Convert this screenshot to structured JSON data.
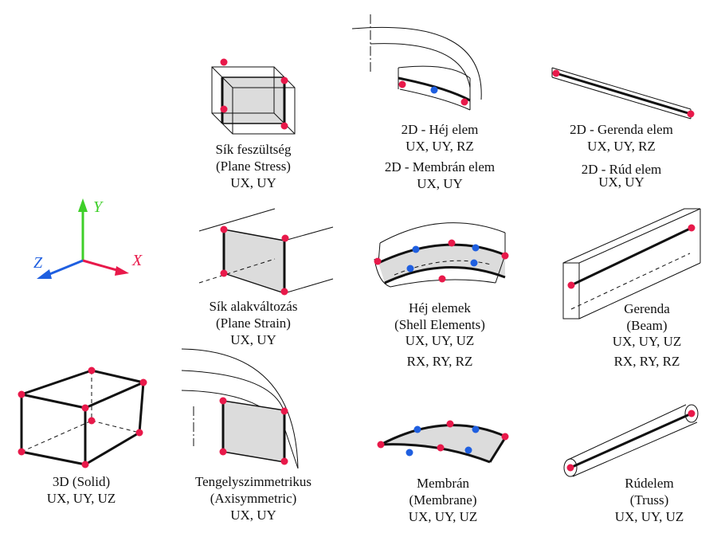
{
  "colors": {
    "node_red": "#e8194a",
    "node_blue": "#1f5fe0",
    "axis_x": "#e8194a",
    "axis_y": "#3ecf29",
    "axis_z": "#1f5fe0",
    "element_fill": "#dcdcdc",
    "line": "#111111"
  },
  "axes": {
    "x": "X",
    "y": "Y",
    "z": "Z"
  },
  "elements": {
    "plane_stress": {
      "name": "Sík feszültség",
      "english": "(Plane Stress)",
      "dof": "UX, UY"
    },
    "shell_2d": {
      "name": "2D - Héj elem",
      "dof": "UX, UY, RZ"
    },
    "membrane_2d": {
      "name": "2D - Membrán elem",
      "dof": "UX, UY"
    },
    "beam_2d": {
      "name": "2D - Gerenda elem",
      "dof": "UX, UY, RZ"
    },
    "truss_2d": {
      "name": "2D - Rúd elem",
      "dof": "UX, UY"
    },
    "plane_strain": {
      "name": "Sík alakváltozás",
      "english": "(Plane Strain)",
      "dof": "UX, UY"
    },
    "shell": {
      "name": "Héj elemek",
      "english": "(Shell Elements)",
      "dof": "UX, UY, UZ",
      "dof2": "RX, RY, RZ"
    },
    "beam": {
      "name": "Gerenda",
      "english": "(Beam)",
      "dof": "UX, UY, UZ",
      "dof2": "RX, RY, RZ"
    },
    "solid": {
      "name": "3D (Solid)",
      "dof": "UX, UY, UZ"
    },
    "axisymmetric": {
      "name": "Tengelyszimmetrikus",
      "english": "(Axisymmetric)",
      "dof": "UX, UY"
    },
    "membrane": {
      "name": "Membrán",
      "english": "(Membrane)",
      "dof": "UX, UY, UZ"
    },
    "truss": {
      "name": "Rúdelem",
      "english": "(Truss)",
      "dof": "UX, UY, UZ"
    }
  }
}
